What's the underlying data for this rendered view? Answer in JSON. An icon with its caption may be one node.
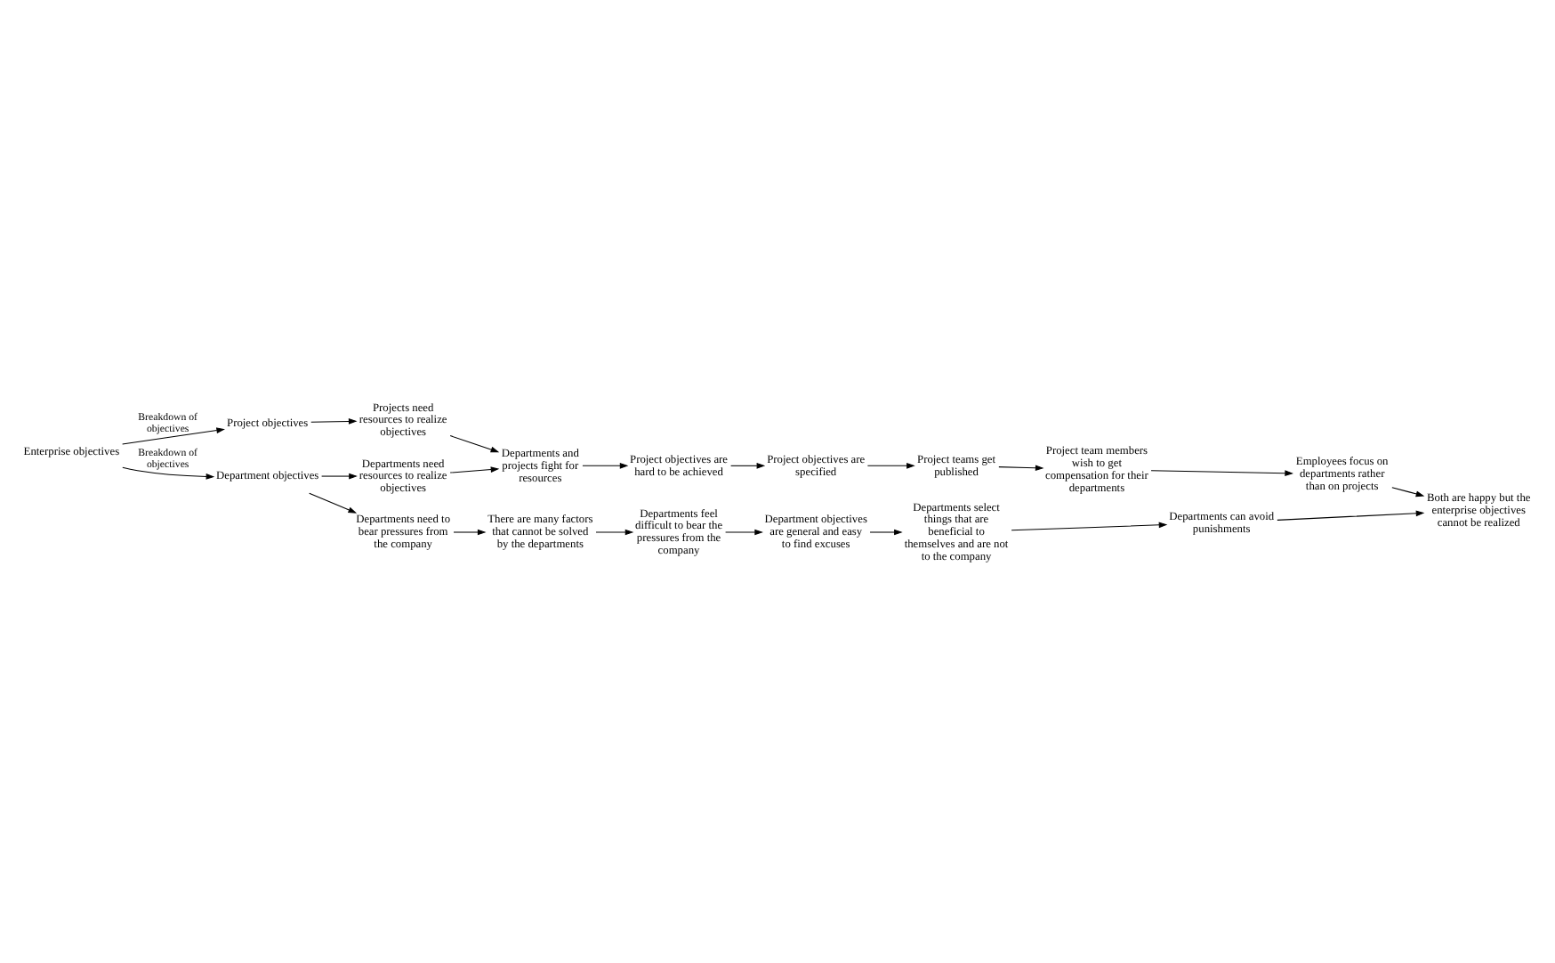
{
  "diagram": {
    "nodes": [
      {
        "text": [
          "Enterprise objectives"
        ]
      },
      {
        "text": [
          "Project objectives"
        ]
      },
      {
        "text": [
          "Department objectives"
        ]
      },
      {
        "text": [
          "Projects need resources to realize objectives"
        ]
      },
      {
        "text": [
          "Departments need resources to realize objectives"
        ]
      },
      {
        "text": [
          "Departments and projects fight for resources"
        ]
      },
      {
        "text": [
          "Departments need to bear pressures from the company"
        ]
      },
      {
        "text": [
          "There are many factors that cannot be solved by the departments"
        ]
      },
      {
        "text": [
          "Departments feel difficult to bear the pressures from the company"
        ]
      },
      {
        "text": [
          "Department objectives are general and easy to find excuses"
        ]
      },
      {
        "text": [
          "Departments select things that are beneficial to themselves and are not to the company"
        ]
      },
      {
        "text": [
          "Departments can avoid punishments"
        ]
      },
      {
        "text": [
          "Both are happy but the enterprise objectives cannot be realized"
        ]
      },
      {
        "text": [
          "Project objectives are hard to be achieved"
        ]
      },
      {
        "text": [
          "Project objectives are specified"
        ]
      },
      {
        "text": [
          "Project teams get published"
        ]
      },
      {
        "text": [
          "Project team members wish to get compensation for their departments"
        ]
      },
      {
        "text": [
          "Employees focus on departments rather than on projects"
        ]
      }
    ],
    "edges": [
      {
        "from": 0,
        "to": 1,
        "arrow": "to",
        "label": "Breakdown of objectives"
      },
      {
        "from": 0,
        "to": 2,
        "arrow": "to",
        "label": "Breakdown of objectives"
      },
      {
        "from": 1,
        "to": 3,
        "arrow": "to"
      },
      {
        "from": 2,
        "to": 4,
        "arrow": "to"
      },
      {
        "from": 2,
        "to": 6,
        "arrow": "to"
      },
      {
        "from": 3,
        "to": 5,
        "arrow": "to"
      },
      {
        "from": 4,
        "to": 5,
        "arrow": "to"
      },
      {
        "from": 6,
        "to": 7,
        "arrow": "to"
      },
      {
        "from": 7,
        "to": 8,
        "arrow": "to"
      },
      {
        "from": 8,
        "to": 9,
        "arrow": "to"
      },
      {
        "from": 9,
        "to": 10,
        "arrow": "to"
      },
      {
        "from": 10,
        "to": 11,
        "arrow": "to"
      },
      {
        "from": 11,
        "to": 12,
        "arrow": "to"
      },
      {
        "from": 5,
        "to": 13,
        "arrow": "to"
      },
      {
        "from": 13,
        "to": 14,
        "arrow": "to"
      },
      {
        "from": 14,
        "to": 15,
        "arrow": "to"
      },
      {
        "from": 15,
        "to": 16,
        "arrow": "to"
      },
      {
        "from": 16,
        "to": 17,
        "arrow": "to"
      },
      {
        "from": 17,
        "to": 12,
        "arrow": "to"
      }
    ]
  }
}
